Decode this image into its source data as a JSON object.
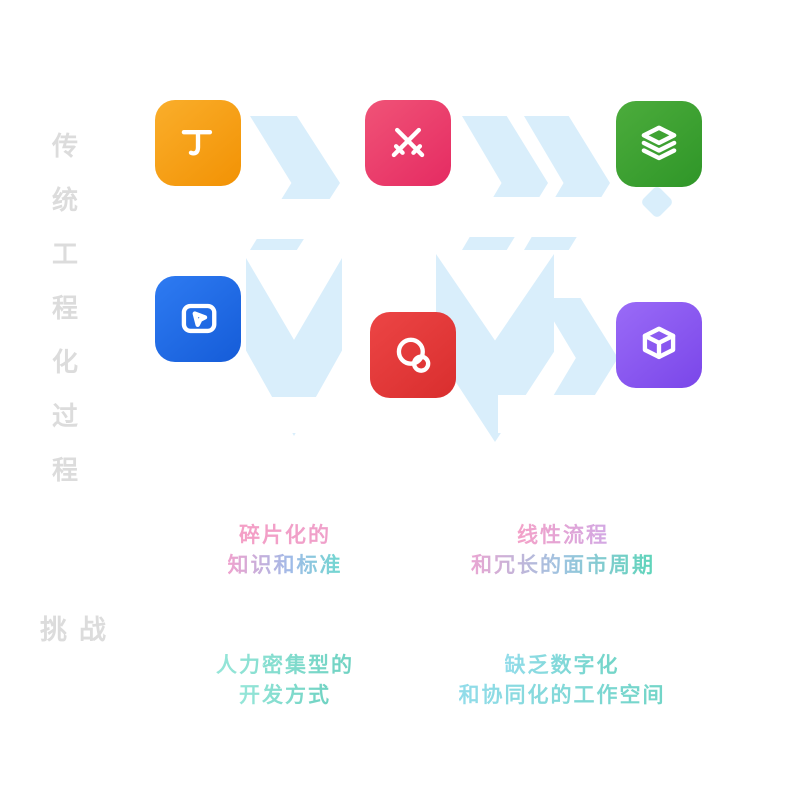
{
  "title_column": {
    "text": "传统工程化过程",
    "chars": [
      "传",
      "统",
      "工",
      "程",
      "化",
      "过",
      "程"
    ]
  },
  "challenge_label": "挑战",
  "tiles": [
    {
      "name": "design-tool",
      "icon": "t-shape-tool-icon",
      "color": "#F6A01F"
    },
    {
      "name": "crossed-tools",
      "icon": "crossed-swords-icon",
      "color": "#E9406B"
    },
    {
      "name": "layers",
      "icon": "layers-stack-icon",
      "color": "#3F9F35"
    },
    {
      "name": "screen-cursor",
      "icon": "screen-cursor-icon",
      "color": "#1F6AE5"
    },
    {
      "name": "circles",
      "icon": "overlapping-circles-icon",
      "color": "#E23C3C"
    },
    {
      "name": "cube",
      "icon": "cube-icon",
      "color": "#8A5CF0"
    }
  ],
  "challenges": [
    {
      "lines": [
        "碎片化的",
        "知识和标准"
      ]
    },
    {
      "lines": [
        "线性流程",
        "和冗长的面市周期"
      ]
    },
    {
      "lines": [
        "人力密集型的",
        "开发方式"
      ]
    },
    {
      "lines": [
        "缺乏数字化",
        "和协同化的工作空间"
      ]
    }
  ],
  "colors": {
    "background": "#FFFFFF",
    "muted_label": "#DCDCDC",
    "flow_arrow": "#D9EEFB",
    "challenge_pink": "#F49FC6",
    "challenge_teal": "#6FD2C2",
    "challenge_cyan": "#92DCEA"
  }
}
